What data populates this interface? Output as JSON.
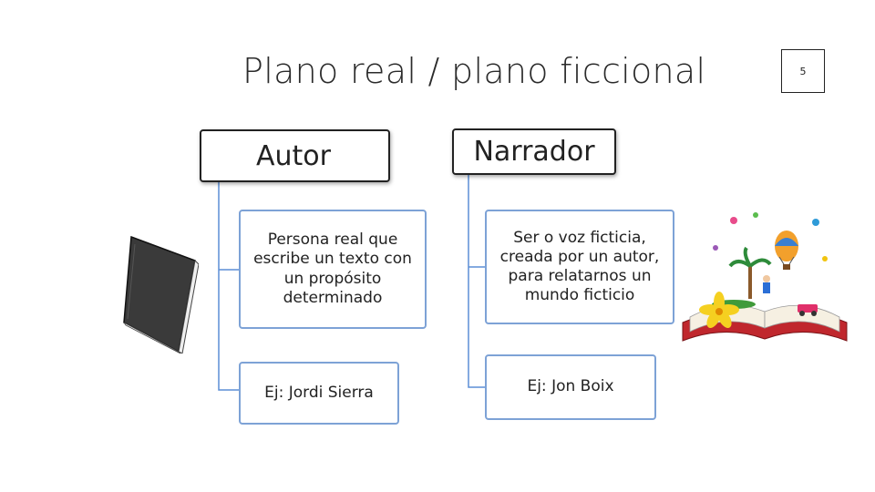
{
  "slide": {
    "title": "Plano real / plano ficcional",
    "page_number": "5"
  },
  "columns": [
    {
      "heading": "Autor",
      "items": [
        "Persona real que escribe un texto con un propósito determinado",
        "Ej: Jordi Sierra"
      ]
    },
    {
      "heading": "Narrador",
      "items": [
        "Ser o voz ficticia, creada por un autor, para relatarnos un mundo ficticio",
        "Ej: Jon Boix"
      ]
    }
  ],
  "icons": {
    "left": "closed-book-icon",
    "right": "open-storybook-illustration"
  },
  "colors": {
    "card_border": "#7da2d6",
    "heading_border": "#222222",
    "connector": "#5b8ed6"
  }
}
